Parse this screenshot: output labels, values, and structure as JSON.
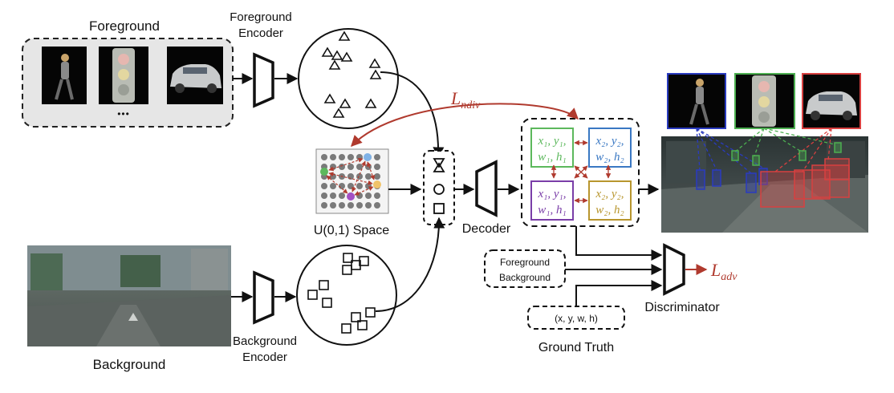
{
  "labels": {
    "foreground": "Foreground",
    "foreground_encoder_line1": "Foreground",
    "foreground_encoder_line2": "Encoder",
    "background": "Background",
    "background_encoder_line1": "Background",
    "background_encoder_line2": "Encoder",
    "uniform_space": "U(0,1) Space",
    "decoder": "Decoder",
    "discriminator": "Discriminator",
    "ground_truth": "Ground Truth",
    "gt_foreground": "Foreground",
    "gt_background": "Background",
    "gt_box": "(x, y, w, h)",
    "ellipsis": "•••",
    "loss_ndiv": "L",
    "loss_ndiv_sub": "ndiv",
    "loss_adv": "L",
    "loss_adv_sub": "adv"
  },
  "cells": [
    {
      "line1": "x₁, y₁,",
      "line2": "w₁, h₁",
      "color": "#5cb85c"
    },
    {
      "line1": "x₂, y₂,",
      "line2": "w₂, h₂",
      "color": "#3a78c3"
    },
    {
      "line1": "x₁, y₁,",
      "line2": "w₁, h₁",
      "color": "#7a3ea8"
    },
    {
      "line1": "x₂, y₂,",
      "line2": "w₂, h₂",
      "color": "#b8962e"
    }
  ],
  "icons": {
    "triangle": "triangle-icon",
    "circle": "circle-icon",
    "square": "square-icon"
  },
  "colors": {
    "loss": "#b03a2e",
    "outline": "#111111",
    "crop_blue": "#2a3bbf",
    "crop_green": "#4caf50",
    "crop_red": "#d84040",
    "grid_dot": "#7a7a7a"
  }
}
